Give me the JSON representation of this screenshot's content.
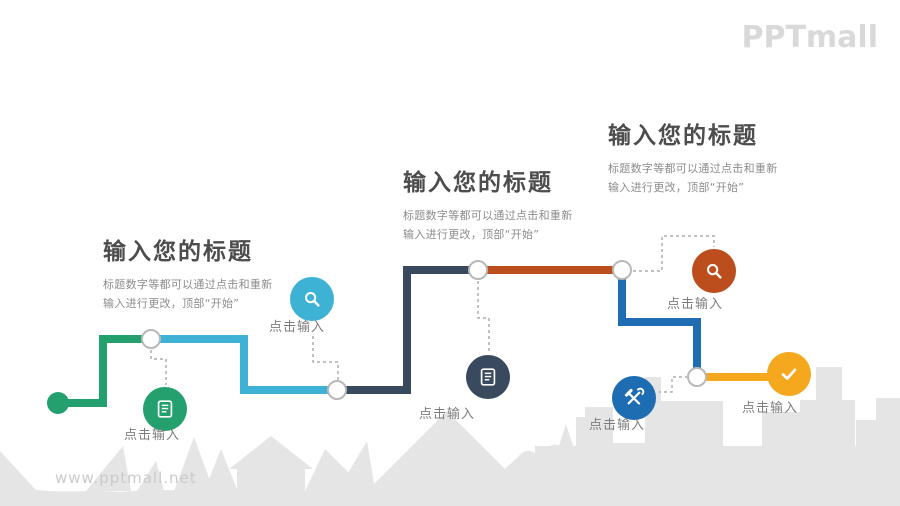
{
  "brand": {
    "logo_text": "PPTmall",
    "watermark": "www.pptmall.net"
  },
  "text_blocks": [
    {
      "title": "输入您的标题",
      "body_line1": "标题数字等都可以通过点击和重新",
      "body_line2": "输入进行更改，顶部“开始”"
    },
    {
      "title": "输入您的标题",
      "body_line1": "标题数字等都可以通过点击和重新",
      "body_line2": "输入进行更改，顶部“开始”"
    },
    {
      "title": "输入您的标题",
      "body_line1": "标题数字等都可以通过点击和重新",
      "body_line2": "输入进行更改，顶部“开始”"
    }
  ],
  "steps": [
    {
      "label": "点击输入",
      "icon": "document-icon",
      "color": "#23A06E"
    },
    {
      "label": "点击输入",
      "icon": "search-icon",
      "color": "#3DB2D4"
    },
    {
      "label": "点击输入",
      "icon": "document-icon",
      "color": "#3A4A5E"
    },
    {
      "label": "点击输入",
      "icon": "search-icon",
      "color": "#BC4E1D"
    },
    {
      "label": "点击输入",
      "icon": "tools-icon",
      "color": "#1E6CB2"
    },
    {
      "label": "点击输入",
      "icon": "check-icon",
      "color": "#F5A71D"
    }
  ],
  "path_colors": {
    "green": "#23A06E",
    "teal": "#3DB2D4",
    "navy": "#3A4A5E",
    "orange": "#BC4E1D",
    "blue": "#1E6CB2",
    "yellow": "#F5A71D",
    "node_stroke": "#B8B8B8",
    "dashed_connector": "#ADADAD"
  },
  "background": {
    "silhouette_color": "#E5E5E5",
    "slide_color": "#FFFFFF"
  }
}
